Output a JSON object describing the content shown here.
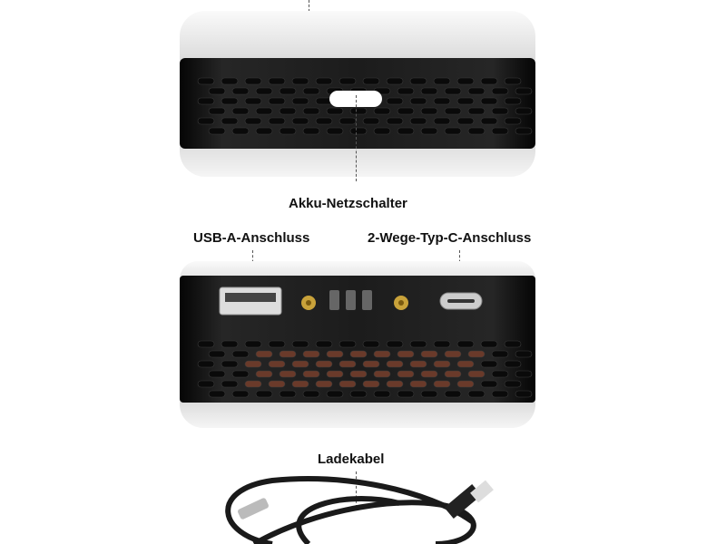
{
  "labels": {
    "power_switch": "Akku-Netzschalter",
    "usb_a": "USB-A-Anschluss",
    "usb_c": "2-Wege-Typ-C-Anschluss",
    "cable": "Ladekabel"
  },
  "colors": {
    "shell": "#f0f0f0",
    "body": "#1c1c1c",
    "vent_glow": "#6a3a2a",
    "gold": "#c9a23a"
  }
}
